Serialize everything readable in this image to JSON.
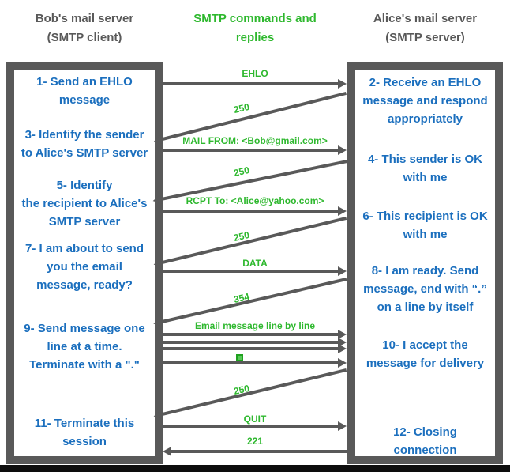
{
  "colors": {
    "step_text_blue": "#1b6fbe",
    "command_green": "#2eb82e",
    "box_and_arrow_gray": "#595959",
    "bottom_bar_black": "#0d0d0d"
  },
  "headers": {
    "left": {
      "line1": "Bob's mail server",
      "line2": "(SMTP client)"
    },
    "center": {
      "line1": "SMTP commands and",
      "line2": "replies"
    },
    "right": {
      "line1": "Alice's mail server",
      "line2": "(SMTP server)"
    }
  },
  "client": {
    "steps": [
      "1- Send an EHLO\nmessage",
      "3- Identify the sender\nto Alice's SMTP server",
      "5- Identify\nthe recipient to Alice's\nSMTP server",
      "7- I am about to send\nyou the email\nmessage, ready?",
      "9- Send message one\nline at a time.\nTerminate with a \".\"",
      "11- Terminate this\nsession"
    ]
  },
  "server": {
    "steps": [
      "2- Receive an EHLO\nmessage and respond\nappropriately",
      "4- This sender is OK\nwith me",
      "6- This recipient is OK\nwith me",
      "8-  I am ready. Send\nmessage, end with “.”\non a line by itself",
      "10-  I accept the\nmessage for delivery",
      "12-  Closing\nconnection"
    ]
  },
  "messages": {
    "ehlo": "EHLO",
    "reply_250_a": "250",
    "mail_from": "MAIL FROM: <Bob@gmail.com>",
    "reply_250_b": "250",
    "rcpt_to": "RCPT To: <Alice@yahoo.com>",
    "reply_250_c": "250",
    "data": "DATA",
    "reply_354": "354",
    "email_body": "Email message line by line",
    "reply_250_d": "250",
    "quit": "QUIT",
    "reply_221": "221"
  }
}
